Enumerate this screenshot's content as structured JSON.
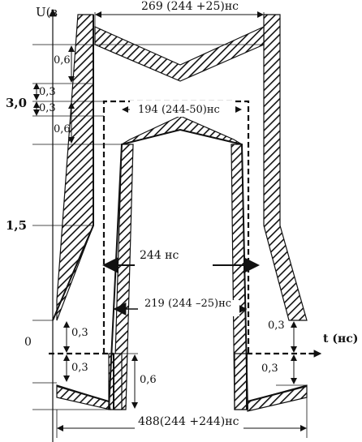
{
  "axes": {
    "y_label": "U(в",
    "x_label": "t (нс)"
  },
  "y_ticks": {
    "v3": "3,0",
    "v15": "1,5",
    "v0": "0"
  },
  "dimensions": {
    "top_width": "269 (244 +25)нс",
    "inner_top_width": "194 (244-50)нс",
    "mid_width": "244 нс",
    "low_width": "219  (244 –25)нс",
    "bottom_width": "488(244 +244)нс"
  },
  "tolerances": {
    "t06_top": "0,6",
    "t03_a": "0,3",
    "t03_b": "0,3",
    "t06_mid": "0,6",
    "t03_left_up": "0,3",
    "t03_left_down": "0,3",
    "t06_under": "0,6",
    "t03_right_up": "0,3",
    "t03_right_down": "0,3"
  },
  "colors": {
    "ink": "#111111",
    "paper": "#ffffff"
  }
}
